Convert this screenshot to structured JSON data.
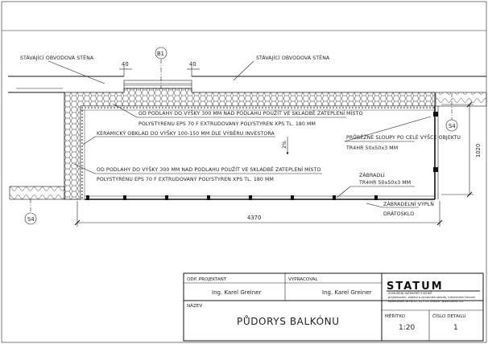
{
  "labels": {
    "wall_left": "STÁVAJÍCÍ OBVODOVÁ STĚNA",
    "wall_right": "STÁVAJÍCÍ OBVODOVÁ STĚNA",
    "note_top_1": "OD PODLAHY DO VÝŠKY 300 MM NAD PODLAHU POUŽÍT VE SKLADBĚ ZATEPLENÍ MÍSTO",
    "note_top_2": "POLYSTYRENU EPS 70 F EXTRUDOVANÝ POLYSTYREN XPS TL. 180 MM",
    "ceramic": "KERAMICKÝ OBKLAD DO VÝŠKY 100-150 MM DLE VÝBĚRU INVESTORA",
    "note_bottom_1": "OD PODLAHY DO VÝŠKY 300 MM NAD PODLAHU POUŽÍT VE SKLADBĚ ZATEPLENÍ MÍSTO",
    "note_bottom_2": "POLYSTYRENU EPS 70 F EXTRUDOVANÝ POLYSTYREN XPS TL. 180 MM",
    "posts_1": "PRŮBĚŽNÉ SLOUPY PO CELÉ VÝŠCE OBJEKTU",
    "posts_2": "TR4HR 50x50x3 MM",
    "railing_1": "ZÁBRADLÍ",
    "railing_2": "TR4HR 50x50x3 MM",
    "infill_1": "ZÁBRADELNÍ VÝPLŇ",
    "infill_2": "DRÁTOSKLO",
    "slope": "2%"
  },
  "markers": {
    "b1": "B1",
    "s4_right": "S4",
    "s4_left": "S4"
  },
  "dimensions": {
    "width": "4370",
    "depth": "1020",
    "left_40": "40",
    "right_40": "40"
  },
  "title_block": {
    "odp_label": "ODP. PROJEKTANT",
    "odp_name": "Ing. Karel Greiner",
    "vyprac_label": "VYPRACOVAL",
    "vyprac_name": "Ing. Karel Greiner",
    "company": "STATUM",
    "company_sub_1": "SOMUŽENÍ INŽENÝRŮ STATIKŮ",
    "company_sub_2": "projektování, statika a dynamika staveb, inženýrská činnost",
    "company_sub_3": "Koželužská 1878/11, 415 01 Teplice, www.statum.cz",
    "nazev_label": "NÁZEV",
    "title": "PŮDORYS BALKÓNU",
    "meritko_label": "MĚŘÍTKO",
    "meritko": "1:20",
    "cislo_label": "ČÍSLO DETAILU",
    "cislo": "1"
  }
}
